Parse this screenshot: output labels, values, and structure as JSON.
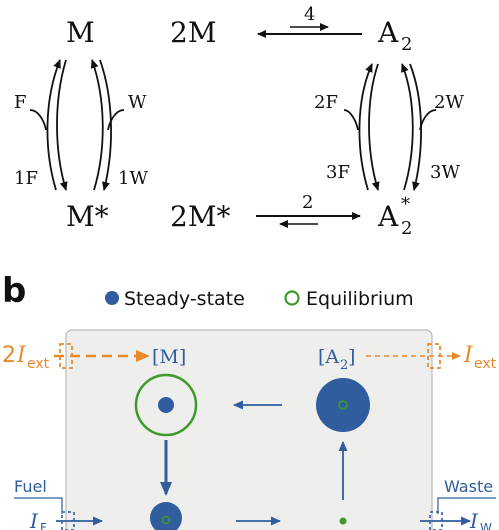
{
  "panel_a": {
    "species": {
      "m": "M",
      "two_m": "2M",
      "a2_base": "A",
      "a2_sub": "2",
      "m_star": "M*",
      "two_m_star": "2M*",
      "a2_star_base": "A",
      "a2_star_sub": "2",
      "a2_star_sup": "*"
    },
    "rates": {
      "top": "4",
      "bottom": "2",
      "f": "F",
      "w": "W",
      "one_f": "1F",
      "one_w": "1W",
      "two_f": "2F",
      "two_w": "2W",
      "three_f": "3F",
      "three_w": "3W"
    }
  },
  "panel_b": {
    "panel_label": "b",
    "legend": {
      "steady_state": "Steady-state",
      "equilibrium": "Equilibrium"
    },
    "nodes": {
      "m_label": "[M]",
      "a2_label_base": "[A",
      "a2_label_sub": "2",
      "a2_label_close": "]"
    },
    "flux": {
      "left_coef": "2",
      "i_symbol": "I",
      "ext_sub": "ext",
      "f_sub": "F",
      "w_sub": "W"
    },
    "labels": {
      "fuel": "Fuel",
      "waste": "Waste"
    },
    "colors": {
      "steady_state": "#2f5d9e",
      "equilibrium": "#3f9a2a",
      "external": "#e8892c",
      "box_fill": "#eeeeec",
      "box_stroke": "#b8b8b8"
    }
  }
}
